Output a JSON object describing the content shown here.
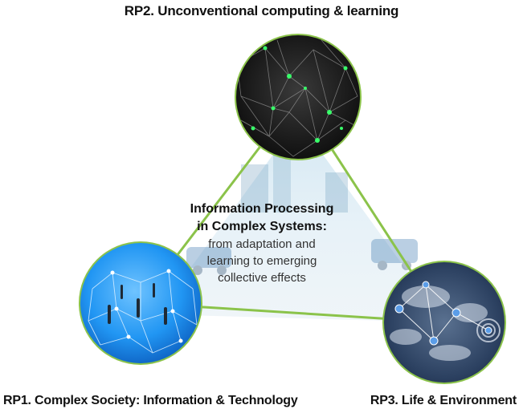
{
  "nodes": {
    "rp2": {
      "label": "RP2. Unconventional computing & learning"
    },
    "rp1": {
      "label": "RP1. Complex Society: Information & Technology"
    },
    "rp3": {
      "label": "RP3. Life & Environment"
    }
  },
  "center": {
    "title_line1": "Information Processing",
    "title_line2": "in Complex Systems:",
    "sub_line1": "from adaptation and",
    "sub_line2": "learning to emerging",
    "sub_line3": "collective effects"
  },
  "colors": {
    "edge": "#8bc34a",
    "rp2_bg": "#1a1a1a",
    "rp2_glow": "#39ff6a",
    "rp1_bg": "#1e88e5",
    "rp3_bg": "#2b3f63"
  }
}
